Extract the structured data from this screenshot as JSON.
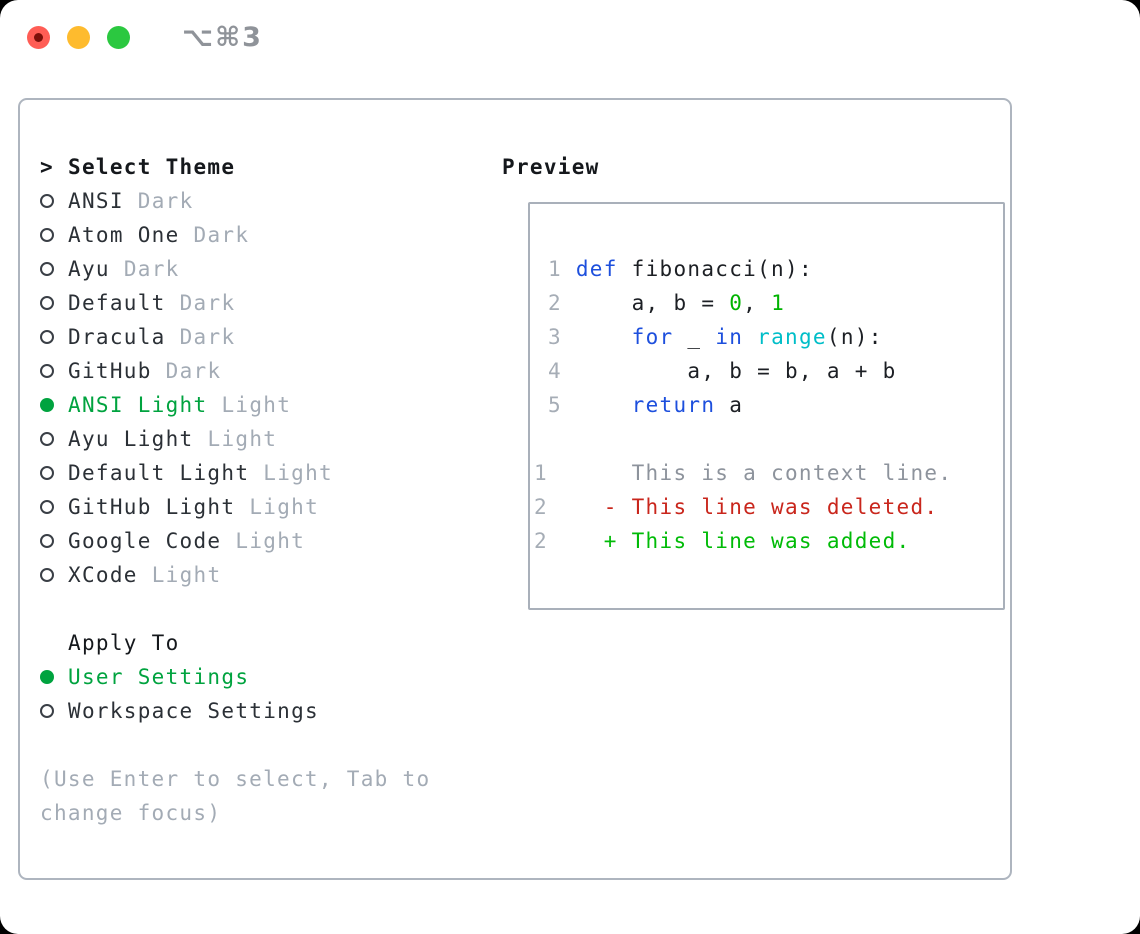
{
  "titlebar": {
    "shortcut": "⌥⌘3"
  },
  "colors": {
    "ui_green": "#00a33f",
    "keyword_blue": "#1d4fdd",
    "builtin_cyan": "#00bec8",
    "literal_green": "#00b301",
    "added_green": "#00bb07",
    "deleted_red": "#c9261c",
    "muted_gray": "#a3abb5",
    "traffic_red": "#ff5d55",
    "traffic_yellow": "#febb2e",
    "traffic_green": "#2bc840"
  },
  "theme_panel": {
    "prompt": ">",
    "heading": "Select Theme",
    "themes": [
      {
        "name": "ANSI",
        "variant": "Dark",
        "selected": false
      },
      {
        "name": "Atom One",
        "variant": "Dark",
        "selected": false
      },
      {
        "name": "Ayu",
        "variant": "Dark",
        "selected": false
      },
      {
        "name": "Default",
        "variant": "Dark",
        "selected": false
      },
      {
        "name": "Dracula",
        "variant": "Dark",
        "selected": false
      },
      {
        "name": "GitHub",
        "variant": "Dark",
        "selected": false
      },
      {
        "name": "ANSI Light",
        "variant": "Light",
        "selected": true
      },
      {
        "name": "Ayu Light",
        "variant": "Light",
        "selected": false
      },
      {
        "name": "Default Light",
        "variant": "Light",
        "selected": false
      },
      {
        "name": "GitHub Light",
        "variant": "Light",
        "selected": false
      },
      {
        "name": "Google Code",
        "variant": "Light",
        "selected": false
      },
      {
        "name": "XCode",
        "variant": "Light",
        "selected": false
      }
    ],
    "apply_to": {
      "heading": "Apply To",
      "options": [
        {
          "label": "User Settings",
          "selected": true
        },
        {
          "label": "Workspace Settings",
          "selected": false
        }
      ]
    },
    "help_text": "(Use Enter to select, Tab to change focus)"
  },
  "preview_panel": {
    "heading": "Preview",
    "code_lines": [
      {
        "segments": [
          {
            "text": " 1 ",
            "color": "linenum"
          },
          {
            "text": "def",
            "color": "keyword"
          },
          {
            "text": " fibonacci(n):",
            "color": "plain"
          }
        ]
      },
      {
        "segments": [
          {
            "text": " 2 ",
            "color": "linenum"
          },
          {
            "text": "    a, b = ",
            "color": "plain"
          },
          {
            "text": "0",
            "color": "number"
          },
          {
            "text": ", ",
            "color": "plain"
          },
          {
            "text": "1",
            "color": "number"
          }
        ]
      },
      {
        "segments": [
          {
            "text": " 3 ",
            "color": "linenum"
          },
          {
            "text": "    ",
            "color": "plain"
          },
          {
            "text": "for",
            "color": "keyword"
          },
          {
            "text": " _ ",
            "color": "plain"
          },
          {
            "text": "in",
            "color": "keyword"
          },
          {
            "text": " ",
            "color": "plain"
          },
          {
            "text": "range",
            "color": "builtin"
          },
          {
            "text": "(n):",
            "color": "plain"
          }
        ]
      },
      {
        "segments": [
          {
            "text": " 4 ",
            "color": "linenum"
          },
          {
            "text": "        a, b = b, a + b",
            "color": "plain"
          }
        ]
      },
      {
        "segments": [
          {
            "text": " 5 ",
            "color": "linenum"
          },
          {
            "text": "    ",
            "color": "plain"
          },
          {
            "text": "return",
            "color": "keyword"
          },
          {
            "text": " a",
            "color": "plain"
          }
        ]
      }
    ],
    "diff_lines": [
      {
        "segments": [
          {
            "text": "1",
            "color": "linenum"
          },
          {
            "text": "      This is a context line.",
            "color": "context"
          }
        ]
      },
      {
        "segments": [
          {
            "text": "2",
            "color": "linenum"
          },
          {
            "text": "    - This line was deleted.",
            "color": "deleted"
          }
        ]
      },
      {
        "segments": [
          {
            "text": "2",
            "color": "linenum"
          },
          {
            "text": "    + This line was added.",
            "color": "added"
          }
        ]
      }
    ]
  }
}
